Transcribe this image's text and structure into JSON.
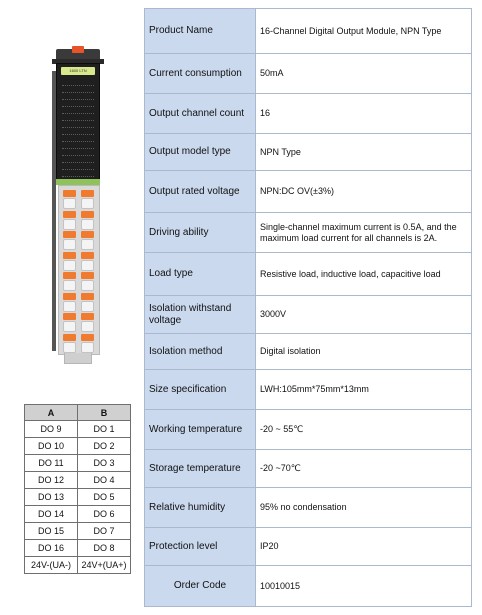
{
  "product_image": {
    "module_label": "1600 LTN"
  },
  "pin_table": {
    "headers": [
      "A",
      "B"
    ],
    "rows": [
      [
        "DO 9",
        "DO 1"
      ],
      [
        "DO 10",
        "DO 2"
      ],
      [
        "DO 11",
        "DO 3"
      ],
      [
        "DO 12",
        "DO 4"
      ],
      [
        "DO 13",
        "DO 5"
      ],
      [
        "DO 14",
        "DO 6"
      ],
      [
        "DO 15",
        "DO 7"
      ],
      [
        "DO 16",
        "DO 8"
      ],
      [
        "24V-(UA-)",
        "24V+(UA+)"
      ]
    ]
  },
  "specs": [
    {
      "key": "Product Name",
      "value": "16-Channel Digital Output Module, NPN Type"
    },
    {
      "key": "Current consumption",
      "value": "50mA"
    },
    {
      "key": "Output channel count",
      "value": "16"
    },
    {
      "key": "Output model type",
      "value": "NPN Type"
    },
    {
      "key": "Output rated voltage",
      "value": "NPN:DC OV(±3%)"
    },
    {
      "key": "Driving ability",
      "value": "Single-channel maximum current is 0.5A, and the maximum load current for all channels is 2A."
    },
    {
      "key": "Load type",
      "value": "Resistive load, inductive load, capacitive load"
    },
    {
      "key": "Isolation withstand voltage",
      "value": "3000V"
    },
    {
      "key": "Isolation method",
      "value": "Digital isolation"
    },
    {
      "key": "Size specification",
      "value": "LWH:105mm*75mm*13mm"
    },
    {
      "key": "Working temperature",
      "value": "-20 ~ 55℃"
    },
    {
      "key": "Storage temperature",
      "value": "-20 ~70℃"
    },
    {
      "key": "Relative humidity",
      "value": "95% no condensation"
    },
    {
      "key": "Protection level",
      "value": "IP20"
    },
    {
      "key": "Order Code",
      "value": "10010015"
    }
  ]
}
